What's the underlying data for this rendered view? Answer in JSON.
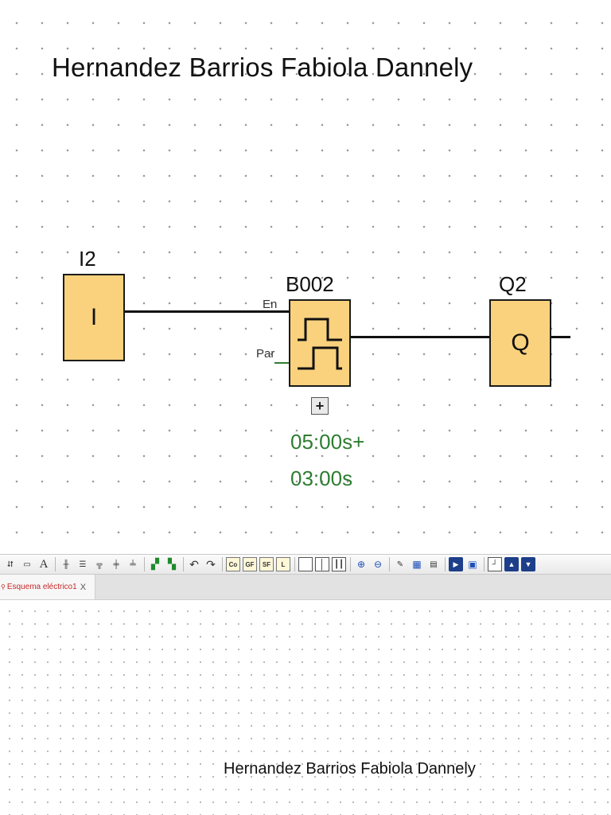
{
  "diagram": {
    "author_title": "Hernandez Barrios Fabiola Dannely",
    "blocks": {
      "input": {
        "name": "I2",
        "symbol": "I"
      },
      "timer": {
        "name": "B002",
        "pin_en": "En",
        "pin_par": "Par"
      },
      "output": {
        "name": "Q2",
        "symbol": "Q"
      }
    },
    "timer_params": {
      "on_time": "05:00s+",
      "off_time": "03:00s"
    },
    "expand_icon": "plus-icon",
    "colors": {
      "block_fill": "#fad27e",
      "param_text": "#2e7d32",
      "par_wire": "#2e7d32"
    }
  },
  "toolbar": {
    "text_tool_label": "A",
    "constants_label": "Co",
    "gf_label": "GF",
    "sf_label": "SF",
    "l_label": "L"
  },
  "tabs": [
    {
      "label": "Esquema eléctrico1",
      "close_label": "X"
    }
  ],
  "bottom_diagram": {
    "author_title": "Hernandez Barrios Fabiola Dannely"
  }
}
